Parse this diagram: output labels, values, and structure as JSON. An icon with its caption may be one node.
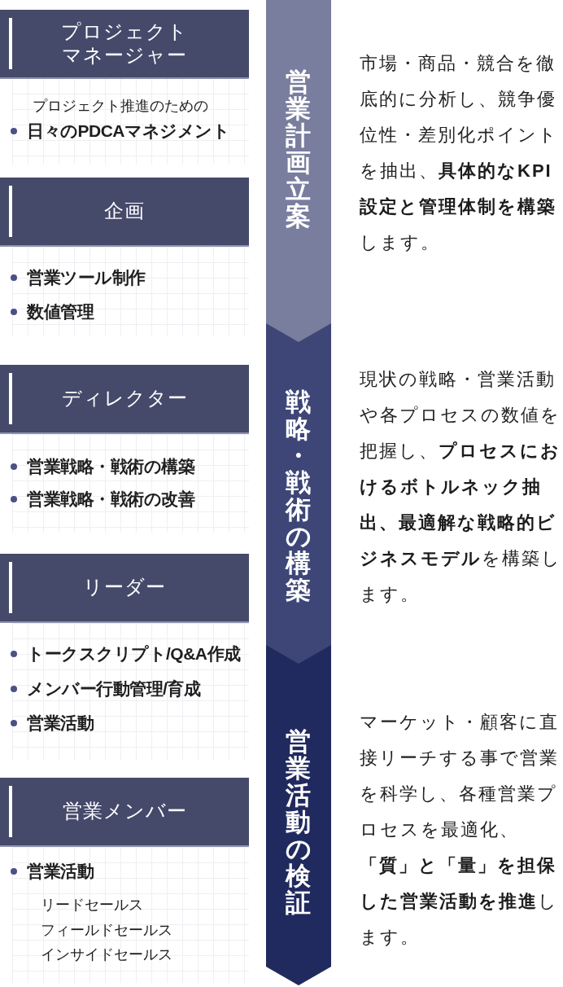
{
  "diagram": {
    "nodes": [
      {
        "text": [
          "プロジェクトマネージャー"
        ]
      },
      {
        "text": [
          "企画"
        ]
      },
      {
        "text": [
          "ディレクター"
        ]
      },
      {
        "text": [
          "リーダー"
        ]
      },
      {
        "text": [
          "営業メンバー"
        ]
      },
      {
        "text": [
          "営業計画立案"
        ],
        "beside": [
          "市場・商品・競合を徹底的に分析し、競争優位性・差別化ポイントを抽出、**具体的なKPI設定と管理体制を構築**します。"
        ]
      },
      {
        "text": [
          "戦略・戦術の構築"
        ],
        "beside": [
          "現状の戦略・営業活動や各プロセスの数値を把握し、**プロセスにおけるボトルネック抽出、最適解な戦略的ビジネスモデル**を構築します。"
        ]
      },
      {
        "text": [
          "営業活動の検証"
        ],
        "beside": [
          "マーケット・顧客に直接リーチする事で営業を科学し、各種営業プロセスを最適化、**「質」と「量」を担保した営業活動を推進**します。"
        ]
      }
    ],
    "labels": [
      "プロジェクト推進のための",
      "日々のPDCAマネジメント",
      "営業ツール制作",
      "数値管理",
      "営業戦略・戦術の構築",
      "営業戦略・戦術の改善",
      "トークスクリプト/Q&A作成",
      "メンバー行動管理/育成",
      "営業活動",
      "営業活動",
      "リードセールス",
      "フィールドセールス",
      "インサイドセールス"
    ]
  }
}
